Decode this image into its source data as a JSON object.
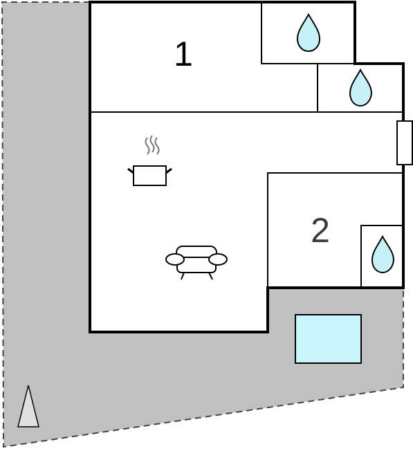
{
  "floorplan": {
    "rooms": [
      {
        "id": "bedroom-1",
        "label": "1"
      },
      {
        "id": "bedroom-2",
        "label": "2"
      }
    ],
    "icons": [
      "water-drop-icon",
      "water-drop-icon",
      "water-drop-icon",
      "cooking-pot-icon",
      "sofa-icon",
      "pool-icon",
      "north-arrow-icon",
      "window-icon"
    ],
    "colors": {
      "outdoor_area": "#c0c0c0",
      "walls": "#000000",
      "water": "#c6f1f8",
      "pool": "#c8f6fb",
      "background": "#ffffff"
    }
  }
}
